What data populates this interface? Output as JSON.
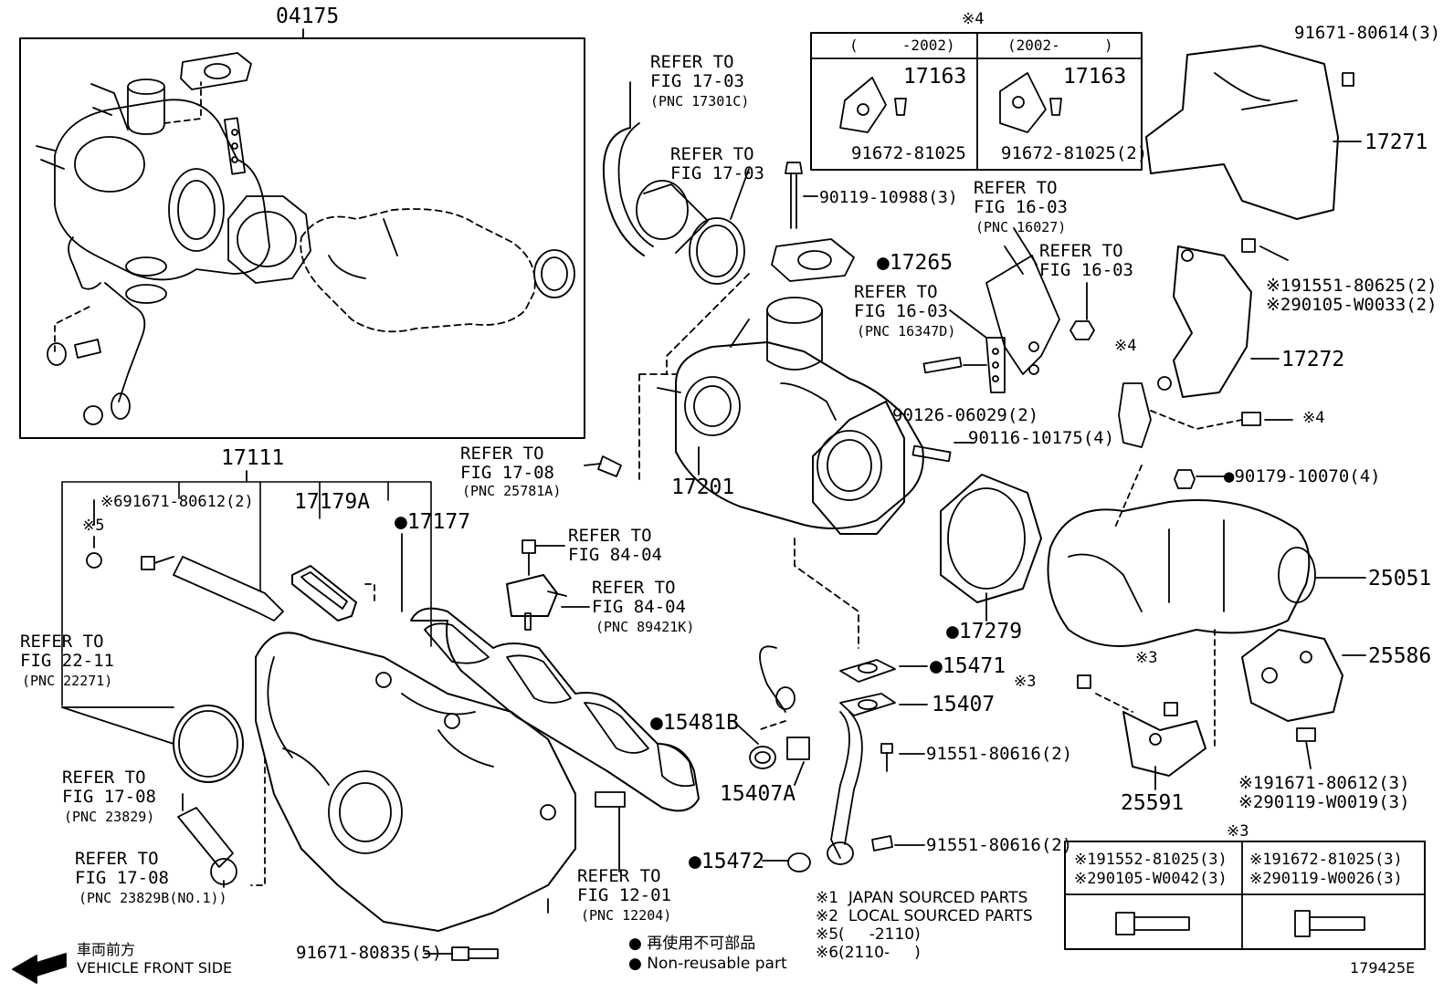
{
  "labels": {
    "p04175": "04175",
    "ref_1703a": "REFER TO\nFIG 17-03",
    "ref_1703a_pnc": "(PNC 17301C)",
    "ref_1703b": "REFER TO\nFIG 17-03",
    "p90119_10988": "90119-10988(3)",
    "p17265": "●17265",
    "ref_1603a": "REFER TO\nFIG 16-03",
    "ref_1603a_pnc": "(PNC 16027)",
    "ref_1603b": "REFER TO\nFIG 16-03",
    "ref_1603c": "REFER TO\nFIG 16-03",
    "ref_1603c_pnc": "(PNC 16347D)",
    "p90126": "90126-06029(2)",
    "p90116": "90116-10175(4)",
    "p17201": "17201",
    "ref_1708a": "REFER TO\nFIG 17-08",
    "ref_1708a_pnc": "(PNC 25781A)",
    "p17111": "17111",
    "n6_91671_80612": "※691671-80612(2)",
    "n5": "※5",
    "p17179A": "17179A",
    "p17177": "●17177",
    "ref_8404a": "REFER TO\nFIG 84-04",
    "ref_8404b": "REFER TO\nFIG 84-04",
    "ref_8404b_pnc": "(PNC 89421K)",
    "ref_2211": "REFER TO\nFIG 22-11",
    "ref_2211_pnc": "(PNC 22271)",
    "ref_1708b": "REFER TO\nFIG 17-08",
    "ref_1708b_pnc": "(PNC 23829)",
    "ref_1708c": "REFER TO\nFIG 17-08",
    "ref_1708c_pnc": "(PNC 23829B(NO.1))",
    "p15481B": "●15481B",
    "p15407A": "15407A",
    "p15471": "●15471",
    "p15407": "15407",
    "p91551_a": "91551-80616(2)",
    "p91551_b": "91551-80616(2)",
    "p15472": "●15472",
    "ref_1201": "REFER TO\nFIG 12-01",
    "ref_1201_pnc": "(PNC 12204)",
    "p91671_80835": "91671-80835(5)",
    "p17279": "●17279",
    "n4_top": "※4",
    "p17163_a": "17163",
    "p17163_b": "17163",
    "p91672_a": "91672-81025",
    "p91672_b": "91672-81025(2)",
    "p91671_80614": "91671-80614(3)",
    "p17271": "17271",
    "n1_91551_80625": "※191551-80625(2)",
    "n2_90105_W0033": "※290105-W0033(2)",
    "n4_mid": "※4",
    "p17272": "17272",
    "n4_right": "※4",
    "p90179": "●90179-10070(4)",
    "p25051": "25051",
    "p25586": "25586",
    "n3_left": "※3",
    "n3_mid": "※3",
    "p25591": "25591",
    "n1_91671_80612": "※191671-80612(3)",
    "n2_90119_W0019": "※290119-W0019(3)",
    "n3_table": "※3"
  },
  "year_table": {
    "col1": "(     -2002)",
    "col2": "(2002-     )"
  },
  "bolt_table": {
    "c1": "※191552-81025(3)\n※290105-W0042(3)",
    "c2": "※191672-81025(3)\n※290119-W0026(3)"
  },
  "notes": {
    "n1": "※1  JAPAN SOURCED PARTS",
    "n2": "※2  LOCAL SOURCED PARTS",
    "n5": "※5(     -2110)",
    "n6": "※6(2110-     )"
  },
  "legend": {
    "jp": "● 再使用不可部品",
    "en": "● Non-reusable part"
  },
  "front": {
    "jp": "車両前方",
    "en": "VEHICLE FRONT SIDE"
  },
  "figure_id": "179425E"
}
